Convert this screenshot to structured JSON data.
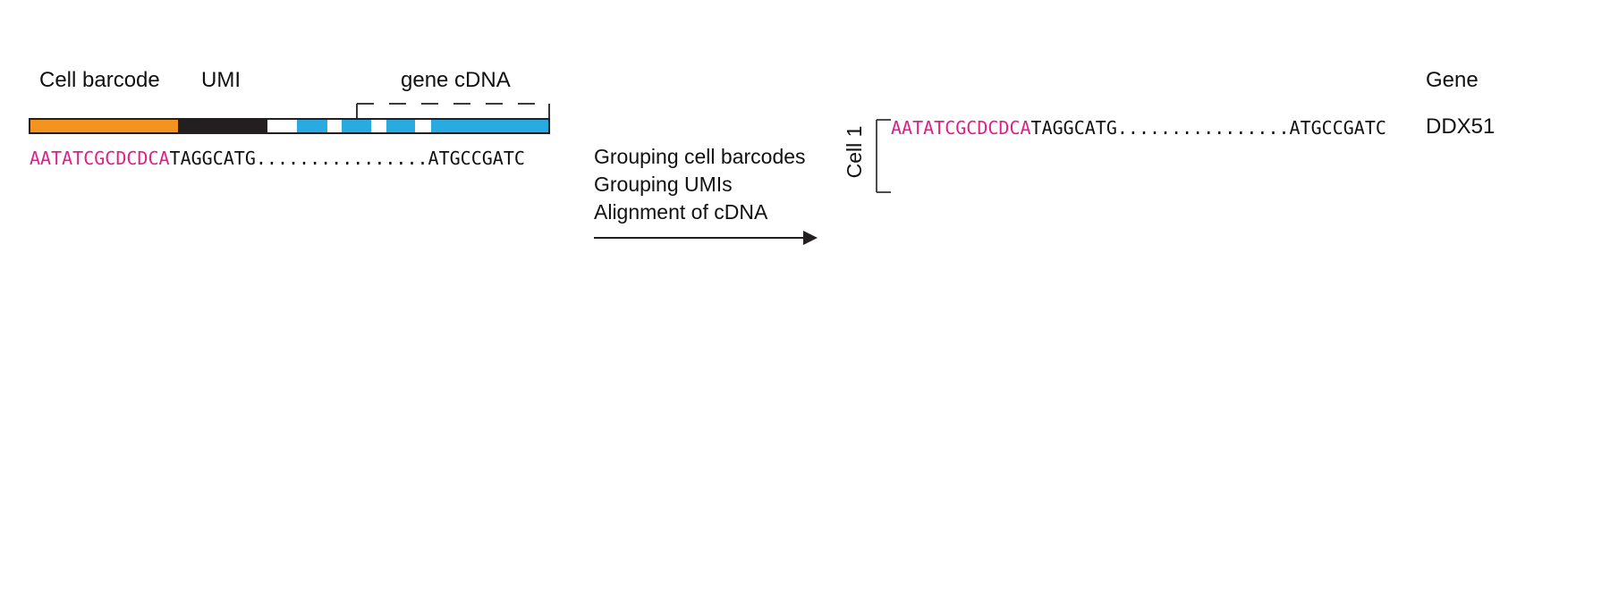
{
  "read": {
    "labels": {
      "cell_barcode": "Cell barcode",
      "umi": "UMI",
      "gene_cdna": "gene cDNA"
    },
    "sequence": {
      "barcode": "AATATCGCDCDCA",
      "rest": "TAGGCATG................ATGCCGATC"
    },
    "segment_colors": {
      "cell_barcode": "#f39320",
      "umi": "#231f20",
      "cdna": "#29abe2",
      "gap": "#ffffff",
      "barcode_text": "#e0208a"
    }
  },
  "process": {
    "steps": [
      "Grouping cell barcodes",
      "Grouping UMIs",
      "Alignment of cDNA"
    ]
  },
  "result": {
    "gene_header": "Gene",
    "cell_label": "Cell 1",
    "sequence": {
      "barcode": "AATATCGCDCDCA",
      "rest": "TAGGCATG................ATGCCGATC"
    },
    "gene": "DDX51"
  }
}
